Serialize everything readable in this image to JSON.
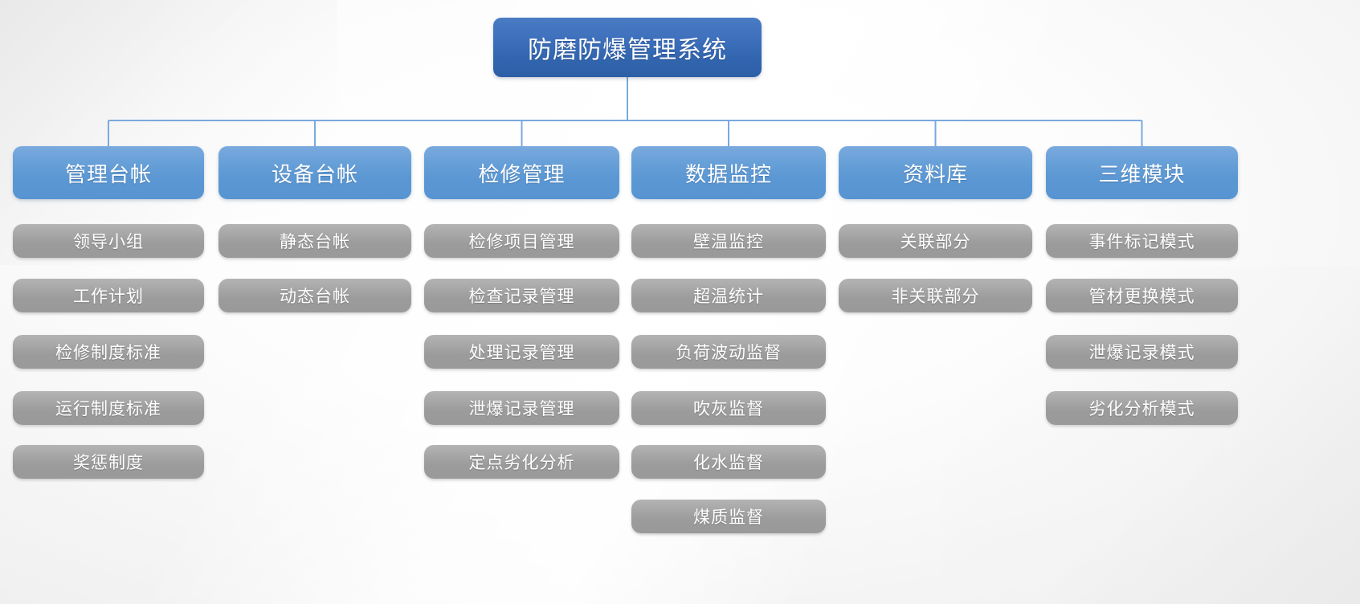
{
  "colors": {
    "root_fill": "#3468b4",
    "category_fill": "#5d98d4",
    "leaf_fill": "#a0a0a0",
    "connector": "#7aa9dd",
    "text": "#ffffff",
    "background": "#f7f7f7"
  },
  "root": {
    "label": "防磨防爆管理系统"
  },
  "columns": [
    {
      "id": "management-ledger",
      "label": "管理台帐",
      "leaves": [
        "领导小组",
        "工作计划",
        "检修制度标准",
        "运行制度标准",
        "奖惩制度"
      ]
    },
    {
      "id": "equipment-ledger",
      "label": "设备台帐",
      "leaves": [
        "静态台帐",
        "动态台帐"
      ]
    },
    {
      "id": "maintenance-management",
      "label": "检修管理",
      "leaves": [
        "检修项目管理",
        "检查记录管理",
        "处理记录管理",
        "泄爆记录管理",
        "定点劣化分析"
      ]
    },
    {
      "id": "data-monitoring",
      "label": "数据监控",
      "leaves": [
        "壁温监控",
        "超温统计",
        "负荷波动监督",
        "吹灰监督",
        "化水监督",
        "煤质监督"
      ]
    },
    {
      "id": "data-library",
      "label": "资料库",
      "leaves": [
        "关联部分",
        "非关联部分"
      ]
    },
    {
      "id": "three-d-module",
      "label": "三维模块",
      "leaves": [
        "事件标记模式",
        "管材更换模式",
        "泄爆记录模式",
        "劣化分析模式"
      ]
    }
  ]
}
